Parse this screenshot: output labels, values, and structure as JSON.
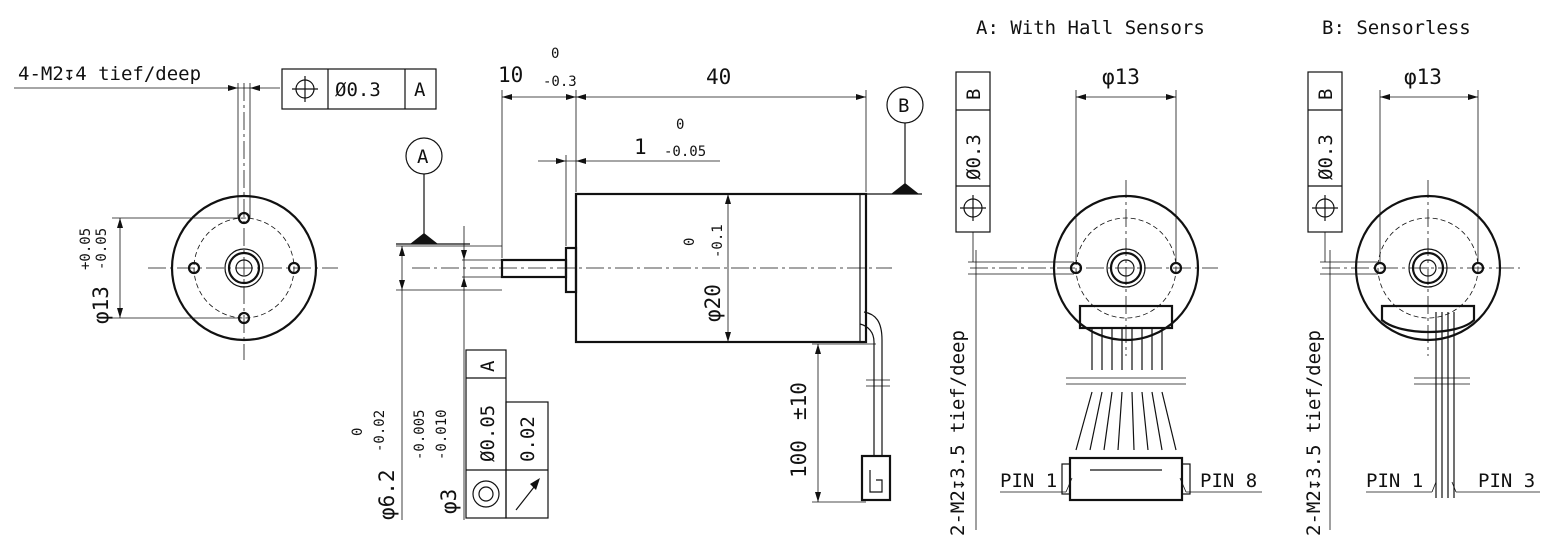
{
  "views": {
    "front": {
      "thread_callout": "4-M2↧4 tief/deep",
      "diameter_dim": "φ13",
      "tol_upper": "+0.05",
      "tol_lower": "-0.05",
      "fcf": {
        "symbol": "⌖",
        "tolerance": "Ø0.3",
        "datum": "A"
      }
    },
    "side": {
      "datum_a": "A",
      "datum_b": "B",
      "dim_10": "10",
      "dim_10_up": "0",
      "dim_10_low": "-0.3",
      "dim_40": "40",
      "dim_1": "1",
      "dim_1_up": "0",
      "dim_1_low": "-0.05",
      "dia_20": "φ20",
      "dia_20_up": "0",
      "dia_20_low": "-0.1",
      "dia_62": "φ6.2",
      "dia_62_up": "0",
      "dia_62_low": "-0.02",
      "dia_3": "φ3",
      "dia_3_up": "-0.005",
      "dia_3_low": "-0.010",
      "fcf_conc": {
        "tolerance": "Ø0.05",
        "datum": "A"
      },
      "fcf_runout": {
        "tolerance": "0.02"
      },
      "lead_len": "100",
      "lead_tol": "±10"
    },
    "hall": {
      "title": "A: With Hall Sensors",
      "dia": "φ13",
      "thread_callout": "2-M2↧3.5 tief/deep",
      "fcf": {
        "tolerance": "Ø0.3",
        "datum": "B"
      },
      "pin_left": "PIN 1",
      "pin_right": "PIN 8"
    },
    "sensorless": {
      "title": "B: Sensorless",
      "dia": "φ13",
      "thread_callout": "2-M2↧3.5 tief/deep",
      "fcf": {
        "tolerance": "Ø0.3",
        "datum": "B"
      },
      "pin_left": "PIN 1",
      "pin_right": "PIN 3"
    }
  },
  "icons": {
    "position": "position-icon",
    "concentricity": "concentricity-icon",
    "runout": "circular-runout-icon"
  }
}
